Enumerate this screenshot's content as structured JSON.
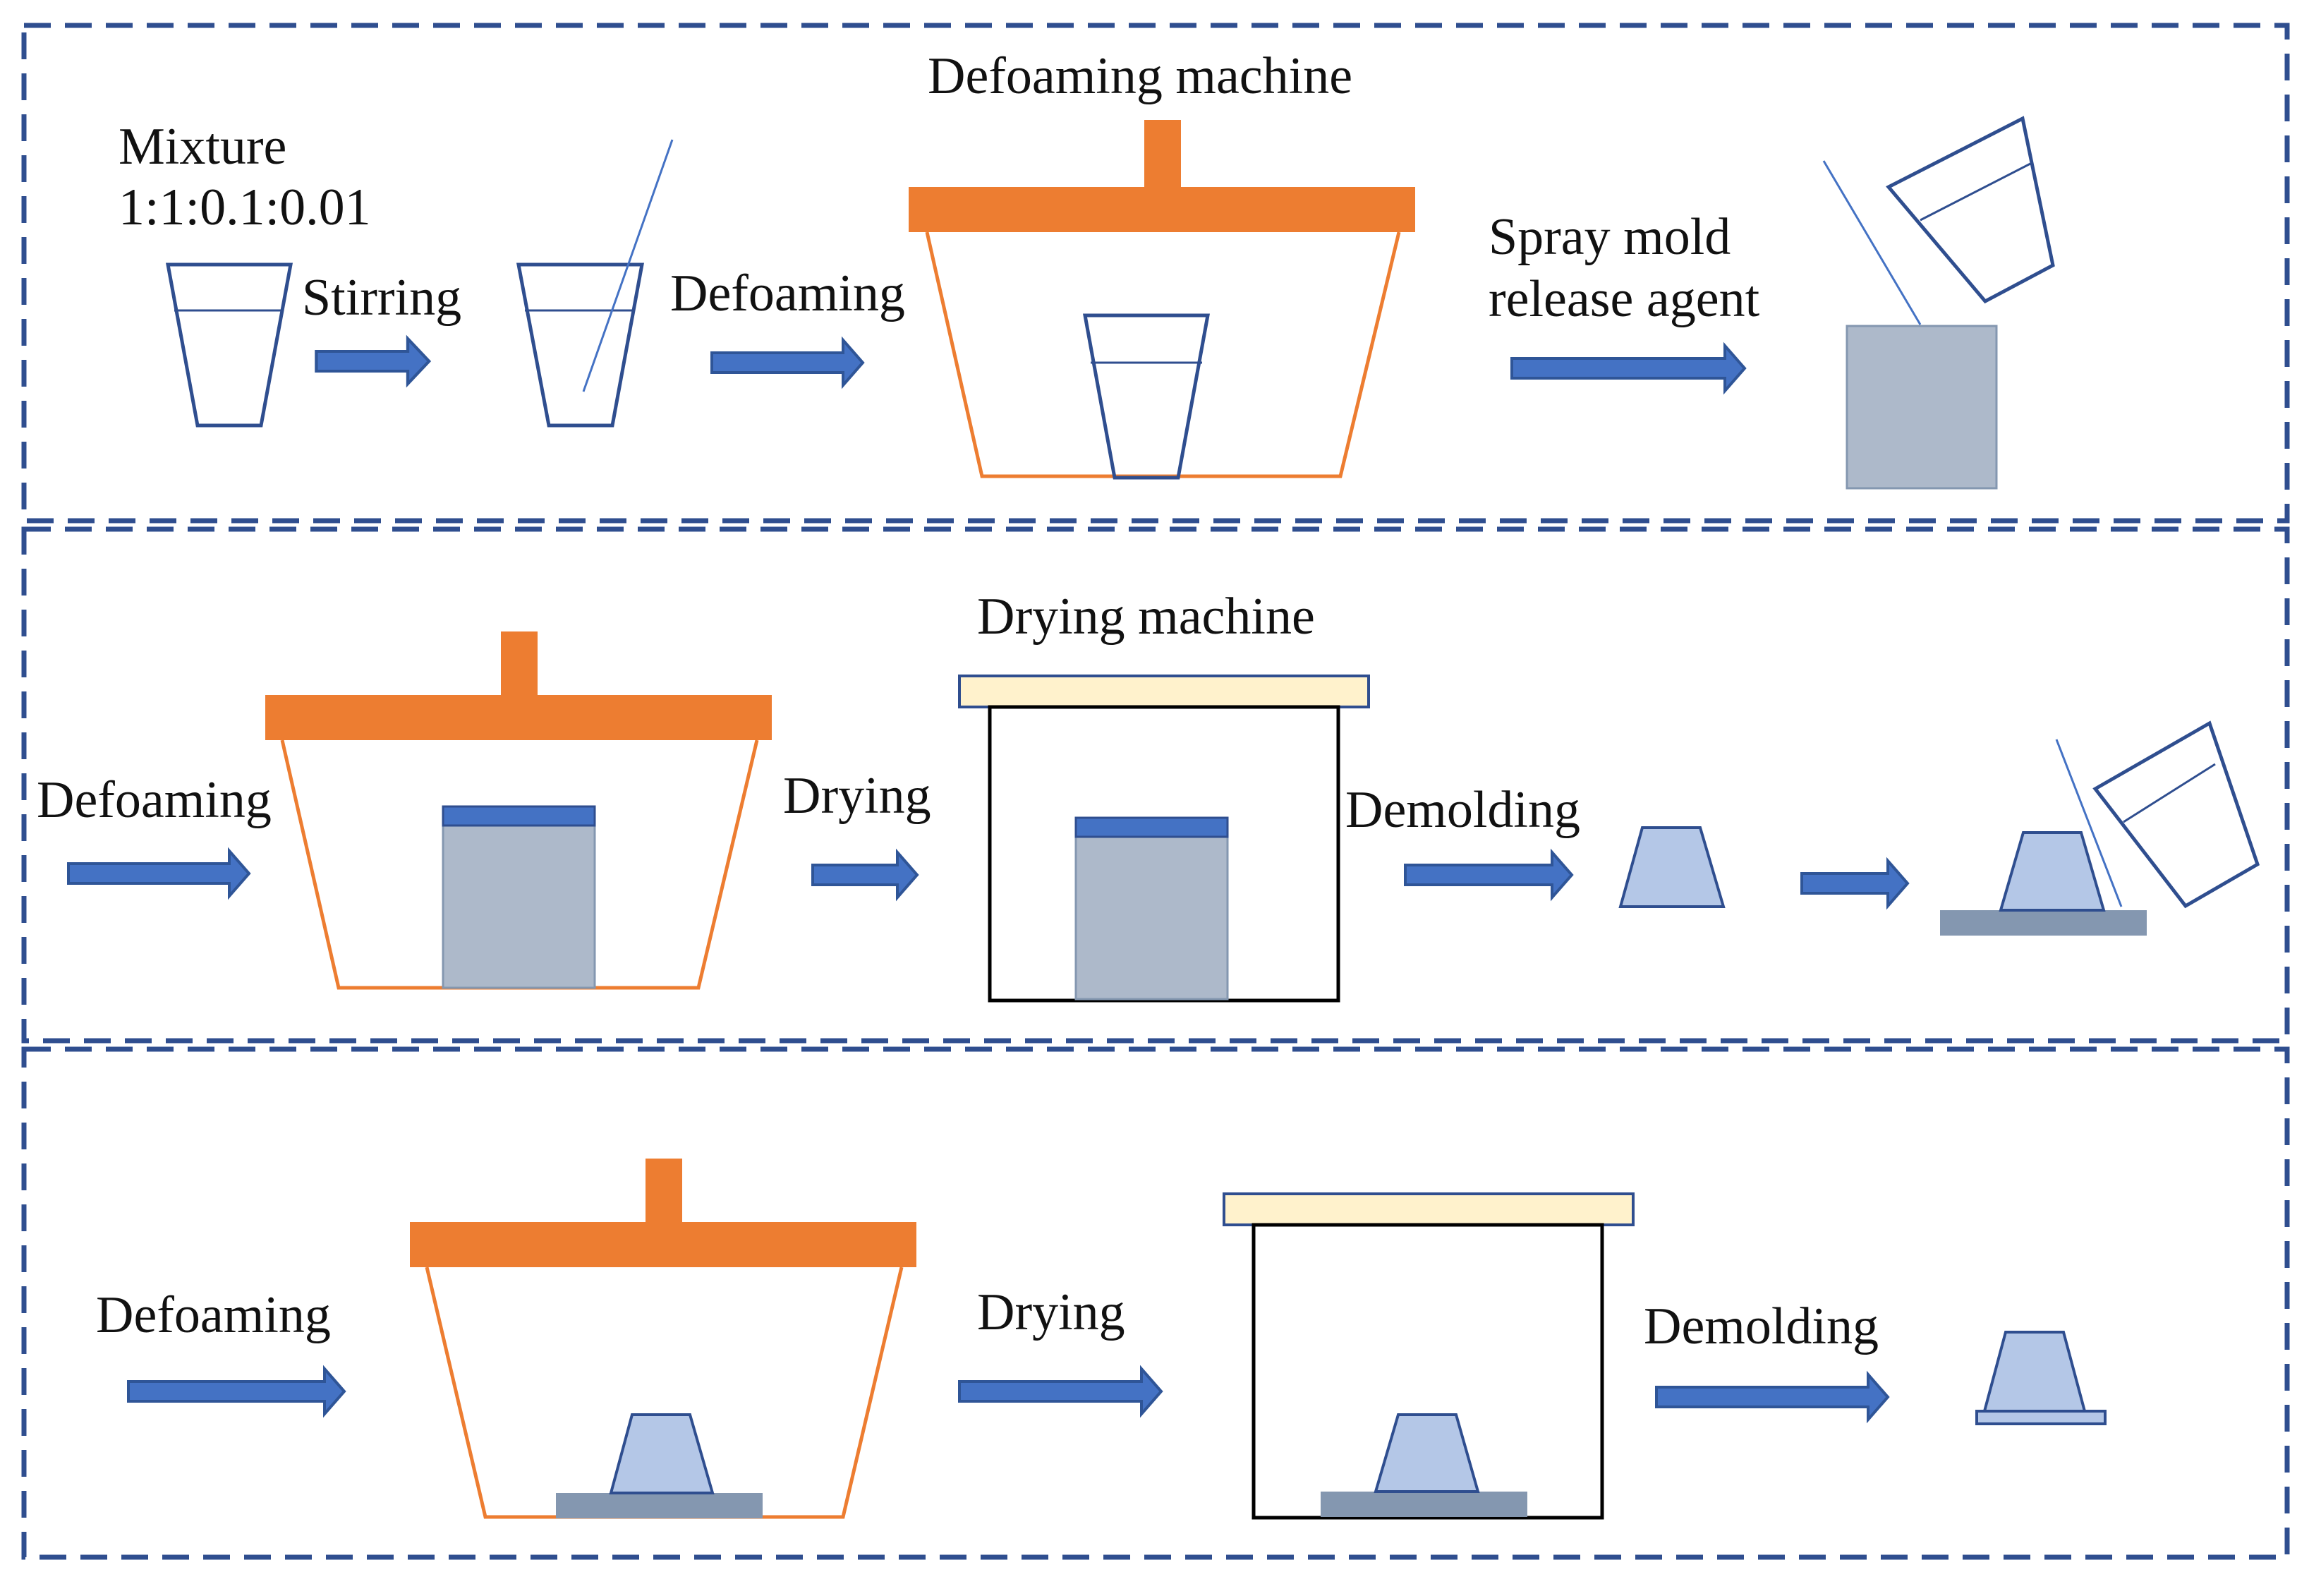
{
  "colors": {
    "panel_border": "#2F4E8F",
    "arrow": "#4472C4",
    "arrow_edge": "#2F5597",
    "machine_orange": "#ED7D31",
    "cup_stroke": "#2F4E8F",
    "mold_fill": "#ADB9CA",
    "mold_cap": "#4472C4",
    "product_fill": "#B4C7E7",
    "base_plate": "#8497B0",
    "dryer_lid": "#FFF2CC",
    "dryer_body": "#000000"
  },
  "row1": {
    "mixture_title": "Mixture",
    "mixture_ratio": "1:1:0.1:0.01",
    "stirring": "Stirring",
    "defoaming": "Defoaming",
    "defoaming_machine": "Defoaming machine",
    "spray_line1": "Spray mold",
    "spray_line2": "release agent"
  },
  "row2": {
    "defoaming": "Defoaming",
    "drying": "Drying",
    "drying_machine": "Drying machine",
    "demolding": "Demolding"
  },
  "row3": {
    "defoaming": "Defoaming",
    "drying": "Drying",
    "demolding": "Demolding"
  }
}
